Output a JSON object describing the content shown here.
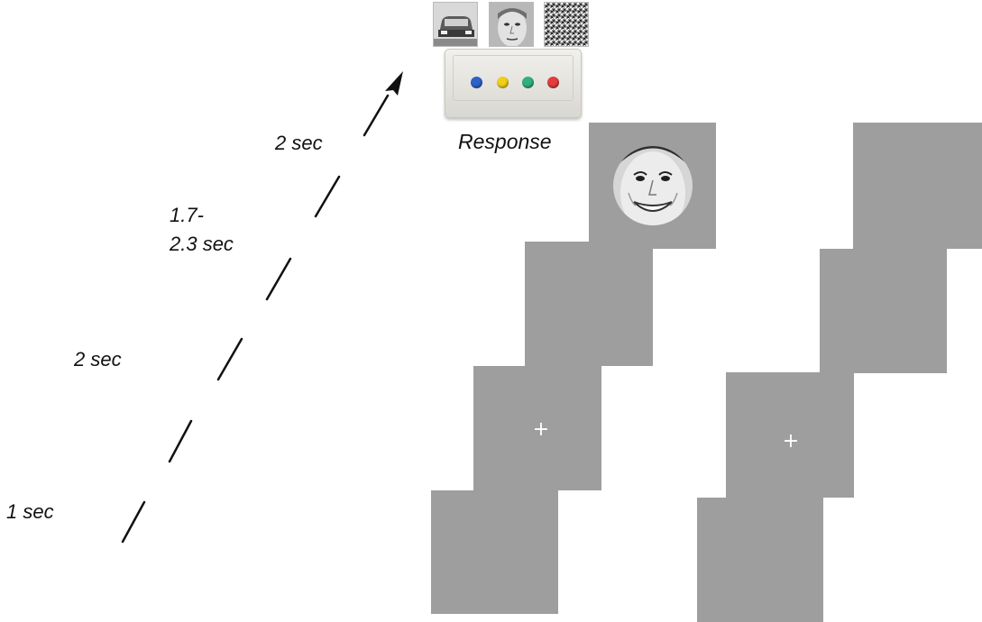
{
  "timeline": {
    "labels": {
      "t1": "1 sec",
      "t2": "2 sec",
      "t3_line1": "1.7-",
      "t3_line2": "2.3 sec",
      "t4": "2 sec",
      "response": "Response"
    }
  },
  "stimulus": {
    "fixation_symbol": "+",
    "thumbnails": [
      "car-image",
      "face-image",
      "scrambled-noise-image"
    ]
  },
  "response_box": {
    "button_colors": [
      "#2f62c9",
      "#f0cf18",
      "#2fb07c",
      "#e23c3c"
    ]
  },
  "colors": {
    "screen_gray": "#9e9e9e",
    "text": "#111111"
  }
}
